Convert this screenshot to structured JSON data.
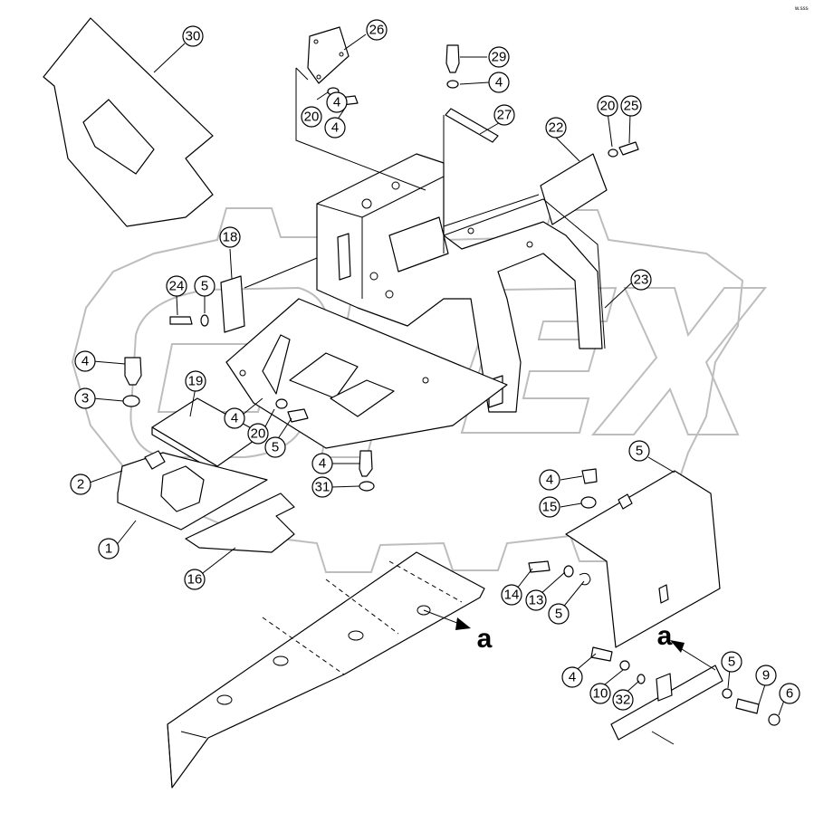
{
  "diagram": {
    "callouts": [
      "30",
      "26",
      "29",
      "4",
      "27",
      "4",
      "20",
      "4",
      "20",
      "25",
      "22",
      "18",
      "23",
      "24",
      "5",
      "4",
      "3",
      "19",
      "4",
      "20",
      "5",
      "4",
      "31",
      "2",
      "1",
      "16",
      "5",
      "4",
      "15",
      "14",
      "13",
      "5",
      "4",
      "10",
      "32",
      "5",
      "9",
      "6"
    ],
    "arrow_labels": [
      "a",
      "a"
    ],
    "corner_text": "w.sss",
    "watermark": "OPEX"
  }
}
